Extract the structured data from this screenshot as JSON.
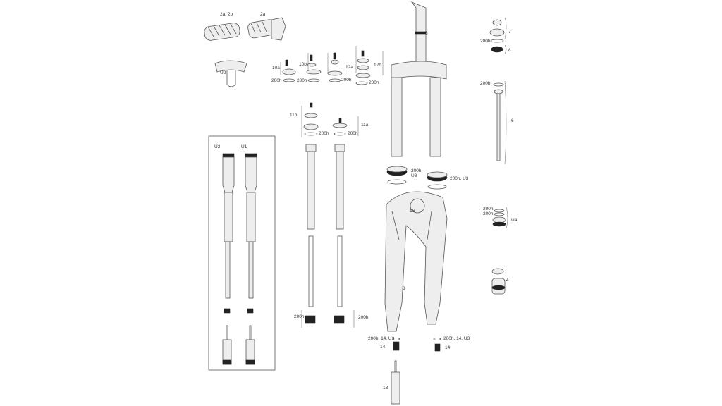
{
  "diagram": {
    "colors": {
      "line": "#555555",
      "label": "#333333",
      "dark": "#222222"
    },
    "labels": [
      "2a, 2b",
      "2a",
      "U2",
      "10a",
      "10b",
      "12a",
      "12b",
      "200h",
      "200h",
      "200h",
      "200h",
      "5",
      "7",
      "200h",
      "8",
      "200h",
      "6",
      "11b",
      "11a",
      "200h",
      "200h",
      "U2",
      "U1",
      "200h, U3",
      "200h, U3",
      "16",
      "200h",
      "200h",
      "U4",
      "4",
      "3",
      "200h",
      "200h",
      "200h, 14, U3",
      "14",
      "200h, 14, U3",
      "14",
      "13"
    ]
  }
}
